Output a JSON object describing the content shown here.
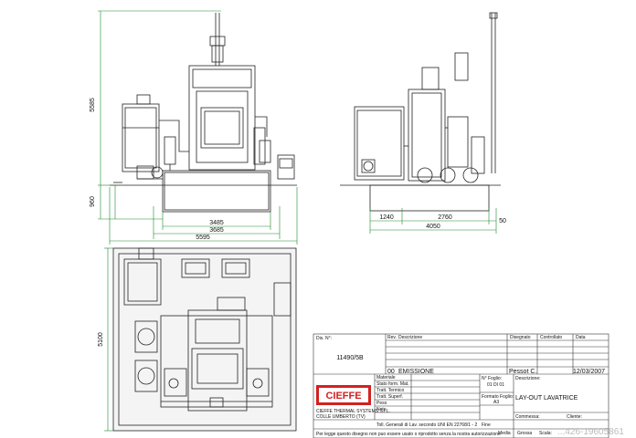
{
  "front_view": {
    "height_total": "5585",
    "height_base": "960",
    "width_inner": "3485",
    "width_mid": "3685",
    "width_outer": "5595"
  },
  "side_view": {
    "dim_left": "1240",
    "dim_mid": "2760",
    "dim_right": "50",
    "dim_total": "4050"
  },
  "plan_view": {
    "height": "5100"
  },
  "title_block": {
    "dis_label": "Dis. N°:",
    "dis_value": "11490/5B",
    "rev_label": "Rev.",
    "descr_label": "Descrizione",
    "disegnato_label": "Disegnato",
    "controllato_label": "Controllato",
    "data_label": "Data",
    "rev_value": "00",
    "emissione": "EMISSIONE",
    "author": "Pessot C.",
    "date": "12/03/2007",
    "materiale": "Materiale",
    "stato_forn": "Stato form. Mat.",
    "tratt_termico": "Tratt. Termico",
    "tratt_superf": "Tratt. Superf.",
    "peso": "Peso",
    "note": "Note",
    "n_foglio_label": "N° Foglio:",
    "n_foglio_value": "01 DI 01",
    "formato_label": "Formato Foglio:",
    "formato_value": "A3",
    "descrizione_label": "Descrizione:",
    "descrizione_value": "LAY-OUT LAVATRICE",
    "company": "CIEFFE THERMAL SYSTEMS S.r.L.",
    "city": "COLLE UMBERTO (TV)",
    "logo": "CIEFFE",
    "tolleranze": "Toll. Generali di Lav. secondo UNI EN 22768/1 - 2",
    "fine": "Fine",
    "media": "Media",
    "grossa": "Grossa",
    "scala": "Scala:",
    "commessa": "Commessa:",
    "cliente": "Cliente:",
    "footer_note": "Per legge questo disegno non puo essere usato o riprodotto senza la nostra autorizzazione",
    "watermark": "...426-19605861"
  },
  "colors": {
    "line": "#222222",
    "dimension": "#1a8a2a",
    "red": "#d42020"
  }
}
